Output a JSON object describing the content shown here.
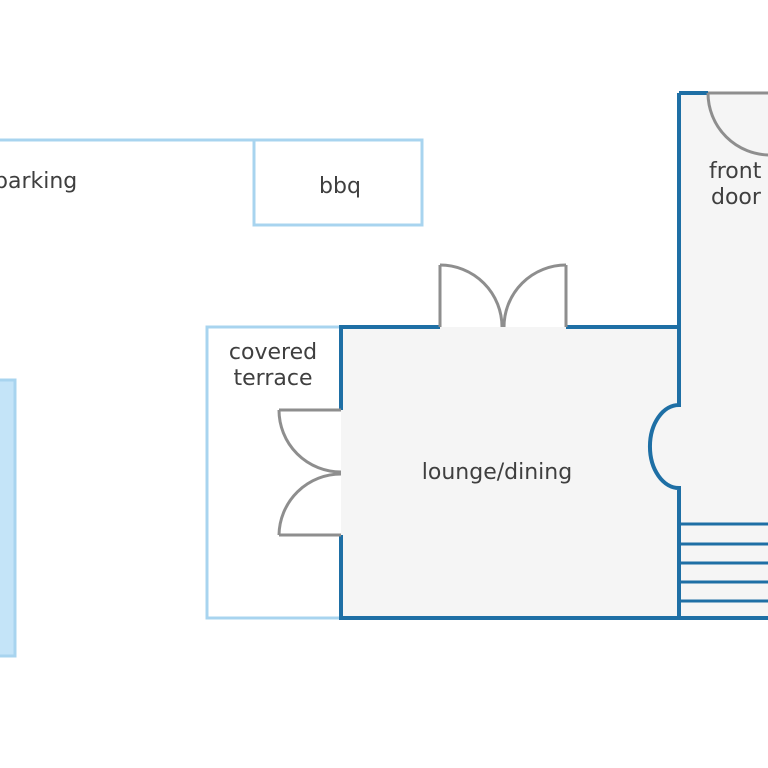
{
  "labels": {
    "parking": "parking",
    "bbq": "bbq",
    "covered_terrace_line1": "covered",
    "covered_terrace_line2": "terrace",
    "lounge_dining": "lounge/dining",
    "front_door_line1": "front",
    "front_door_line2": "door"
  },
  "colors": {
    "interior_wall": "#1e6fa5",
    "outdoor_outline": "#a8d4ef",
    "pool_fill": "#c4e4f8",
    "room_fill": "#f5f5f5",
    "door_line": "#8e8e8e",
    "text": "#3f3f3f"
  }
}
